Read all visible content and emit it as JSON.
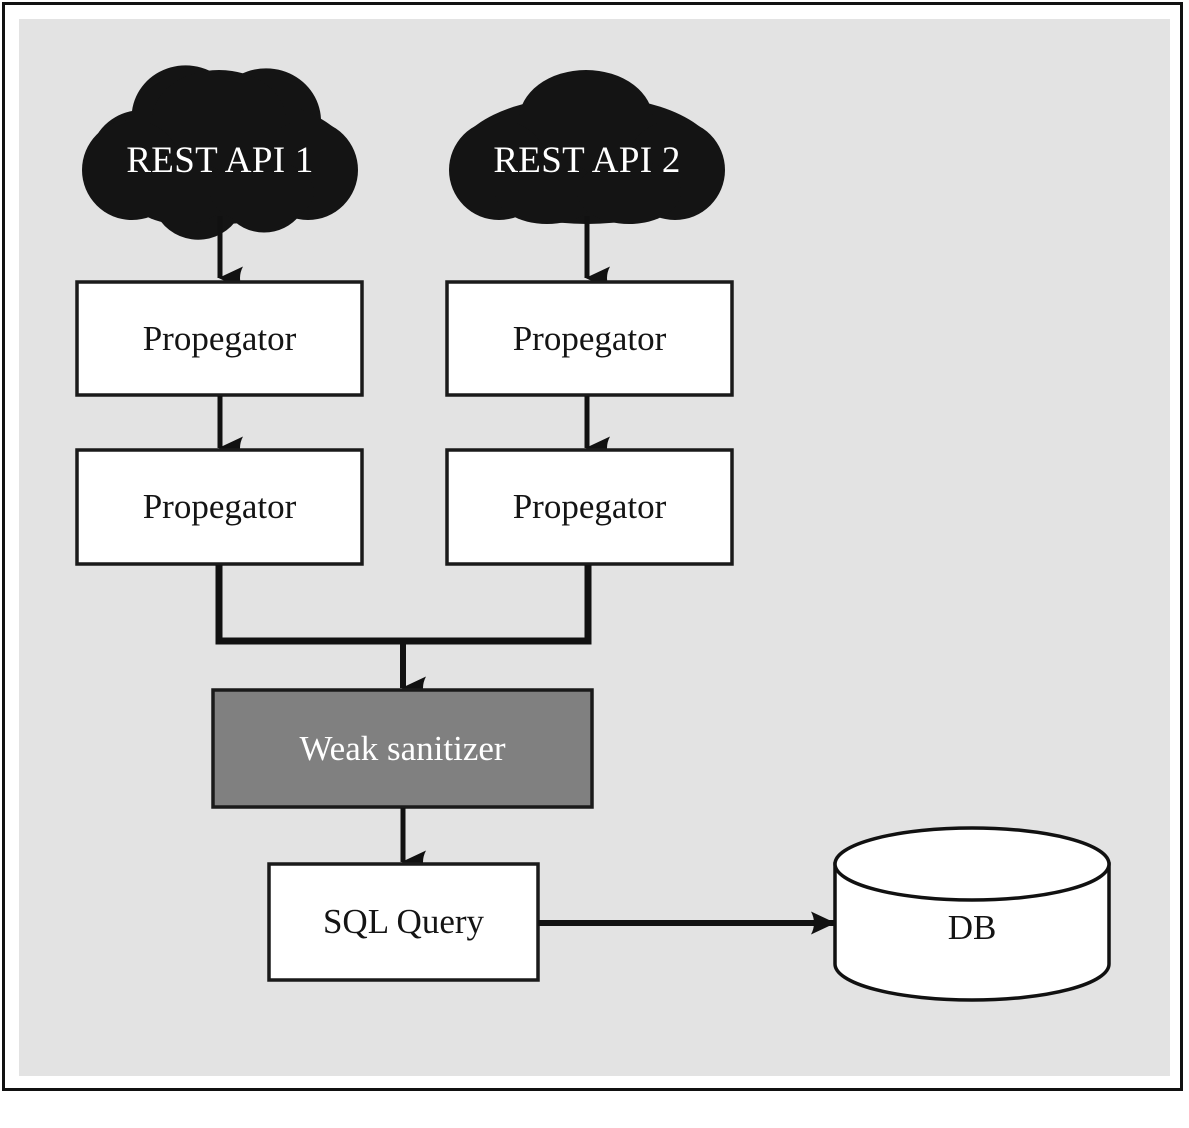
{
  "diagram": {
    "title": "Data flow from REST APIs through propagators and a weak sanitizer into a database",
    "colors": {
      "page_background": "#ffffff",
      "frame_border": "#111111",
      "panel_background": "#e3e3e3",
      "cloud_fill": "#141414",
      "box_fill": "#ffffff",
      "box_stroke": "#1a1a1a",
      "sanitizer_fill": "#808080",
      "sanitizer_stroke": "#1a1a1a",
      "cylinder_fill": "#ffffff",
      "cylinder_stroke": "#111111",
      "arrow_color": "#111111",
      "light_text": "#ffffff",
      "dark_text": "#141414"
    },
    "nodes": [
      {
        "id": "rest-api-1",
        "label": "REST API 1",
        "shape": "cloud"
      },
      {
        "id": "rest-api-2",
        "label": "REST API 2",
        "shape": "cloud"
      },
      {
        "id": "propegator-1",
        "label": "Propegator",
        "shape": "rectangle"
      },
      {
        "id": "propegator-2",
        "label": "Propegator",
        "shape": "rectangle"
      },
      {
        "id": "propegator-3",
        "label": "Propegator",
        "shape": "rectangle"
      },
      {
        "id": "propegator-4",
        "label": "Propegator",
        "shape": "rectangle"
      },
      {
        "id": "weak-sanitizer",
        "label": "Weak sanitizer",
        "shape": "rectangle-filled"
      },
      {
        "id": "sql-query",
        "label": "SQL Query",
        "shape": "rectangle"
      },
      {
        "id": "db",
        "label": "DB",
        "shape": "cylinder"
      }
    ],
    "edges": [
      {
        "from": "rest-api-1",
        "to": "propegator-1",
        "style": "arrow-down"
      },
      {
        "from": "rest-api-2",
        "to": "propegator-3",
        "style": "arrow-down"
      },
      {
        "from": "propegator-1",
        "to": "propegator-2",
        "style": "arrow-down"
      },
      {
        "from": "propegator-3",
        "to": "propegator-4",
        "style": "arrow-down"
      },
      {
        "from": "propegator-2",
        "to": "weak-sanitizer",
        "style": "merge-elbow-arrow"
      },
      {
        "from": "propegator-4",
        "to": "weak-sanitizer",
        "style": "merge-elbow-arrow"
      },
      {
        "from": "weak-sanitizer",
        "to": "sql-query",
        "style": "arrow-down"
      },
      {
        "from": "sql-query",
        "to": "db",
        "style": "arrow-right"
      }
    ]
  }
}
